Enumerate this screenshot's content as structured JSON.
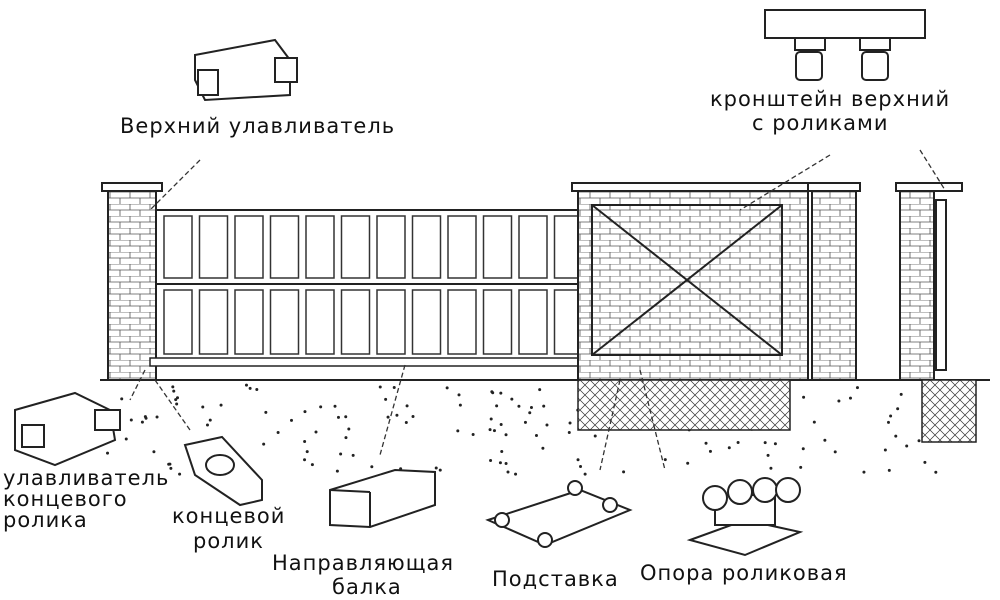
{
  "labels": {
    "upper_catcher": "Верхний улавливатель",
    "upper_bracket_line1": "кронштейн верхний",
    "upper_bracket_line2": "с роликами",
    "end_catcher_line1": "улавливатель",
    "end_catcher_line2": "концевого",
    "end_catcher_line3": "ролика",
    "end_roller_line1": "концевой",
    "end_roller_line2": "ролик",
    "guide_beam_line1": "Направляющая",
    "guide_beam_line2": "балка",
    "stand": "Подставка",
    "roller_support": "Опора роликовая"
  }
}
